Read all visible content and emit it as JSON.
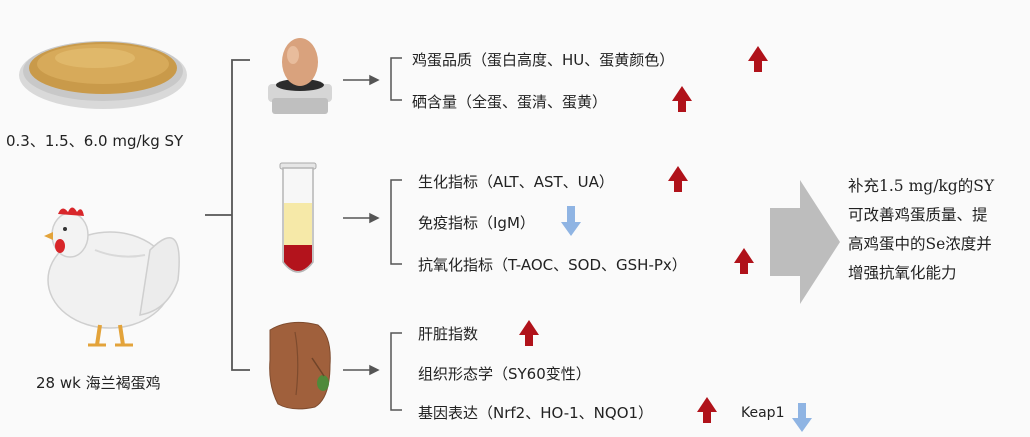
{
  "input": {
    "dose": "0.3、1.5、6.0 mg/kg SY",
    "subject": "28 wk 海兰褐蛋鸡"
  },
  "groups": [
    {
      "name": "egg",
      "items": [
        {
          "label": "鸡蛋品质（蛋白高度、HU、蛋黄颜色）",
          "trend": "up"
        },
        {
          "label": "硒含量（全蛋、蛋清、蛋黄）",
          "trend": "up"
        }
      ]
    },
    {
      "name": "blood",
      "items": [
        {
          "label": "生化指标（ALT、AST、UA）",
          "trend": "up"
        },
        {
          "label": "免疫指标（IgM）",
          "trend": "down"
        },
        {
          "label": "抗氧化指标（T-AOC、SOD、GSH-Px）",
          "trend": "up"
        }
      ]
    },
    {
      "name": "liver",
      "items": [
        {
          "label": "肝脏指数",
          "trend": "up"
        },
        {
          "label": "组织形态学（SY60变性）",
          "trend": "none"
        },
        {
          "label": "基因表达（Nrf2、HO-1、NQO1）",
          "trend": "up"
        }
      ],
      "extra": {
        "label": "Keap1",
        "trend": "down"
      }
    }
  ],
  "conclusion": {
    "lines": [
      "补充1.5 mg/kg的SY",
      "可改善鸡蛋质量、提",
      "高鸡蛋中的Se浓度并",
      "增强抗氧化能力"
    ]
  },
  "colors": {
    "up_arrow": "#b0121a",
    "down_arrow": "#8fb4e3",
    "big_arrow": "#bdbdbd",
    "line": "#555555"
  }
}
